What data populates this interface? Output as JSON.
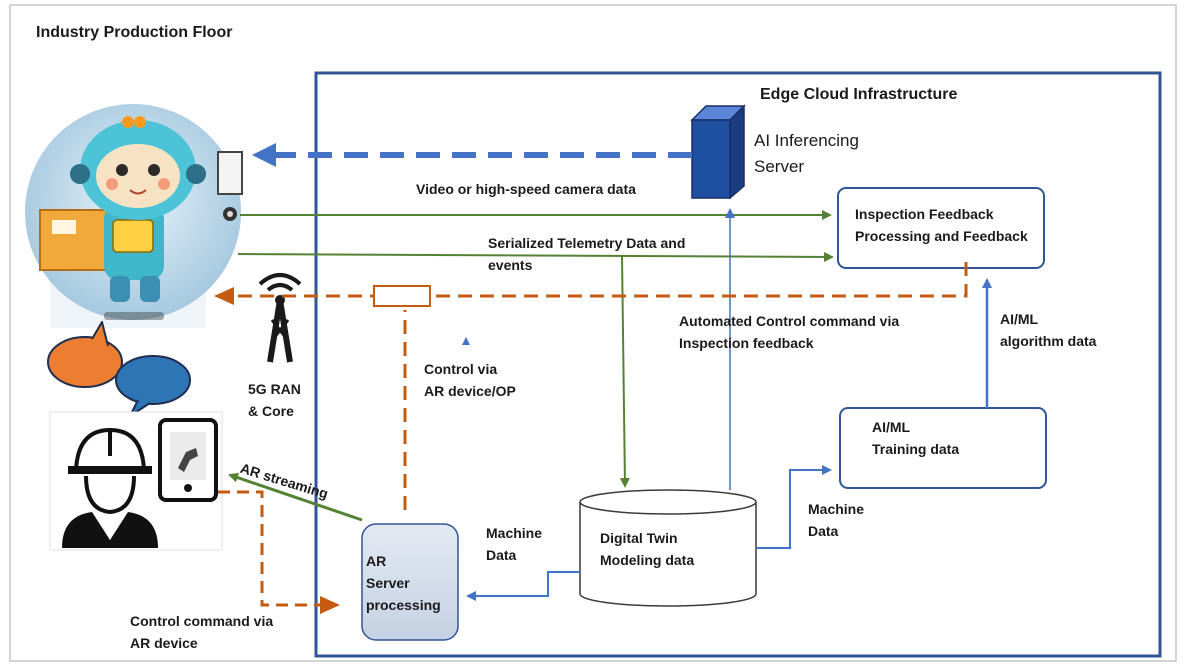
{
  "outer_title": "Industry Production Floor",
  "edge_title": "Edge Cloud Infrastructure",
  "ai_server": "AI Inferencing\nServer",
  "video_label": "Video or high-speed camera data",
  "inspection_box": "Inspection Feedback\nProcessing and Feedback",
  "telemetry_label": "Serialized Telemetry Data and\nevents",
  "automated_label": "Automated Control command via\nInspection feedback",
  "aiml_algo_label": "AI/ML\nalgorithm  data",
  "ran_label": "5G RAN\n& Core",
  "control_ar_label": "Control  via\nAR device/OP",
  "training_box": "AI/ML\nTraining data",
  "ar_streaming_label": "AR streaming",
  "machine_data_right": "Machine\nData",
  "digital_twin": "Digital Twin\nModeling data",
  "machine_data_left": "Machine\nData",
  "ar_server": "AR\nServer\nprocessing",
  "control_cmd_label": "Control command via\nAR device",
  "colors": {
    "blue_dashed": "#4472c4",
    "orange_dashed": "#c55a11",
    "green_arrow": "#548235",
    "blue_arrow": "#4472c4",
    "box_border": "#2f5597",
    "server_fill": "#1f4fa0"
  }
}
